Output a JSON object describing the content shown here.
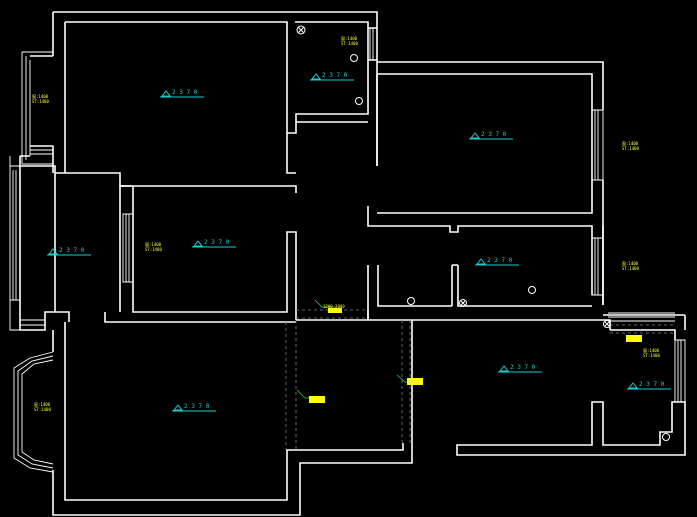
{
  "colors": {
    "background": "#000000",
    "wall": "#ffffff",
    "level_marker": "#19d0d0",
    "annotation": "#ffff33",
    "lamp": "#ffff00",
    "leader": "#30d030"
  },
  "level_value": "2 3 7 0",
  "window_note": [
    "窗:1400",
    "ST:1400"
  ],
  "small_label": "1200 3000",
  "icons": [
    "ceiling-fixture-icon",
    "downlight-icon",
    "strip-light-icon",
    "level-marker-icon"
  ]
}
